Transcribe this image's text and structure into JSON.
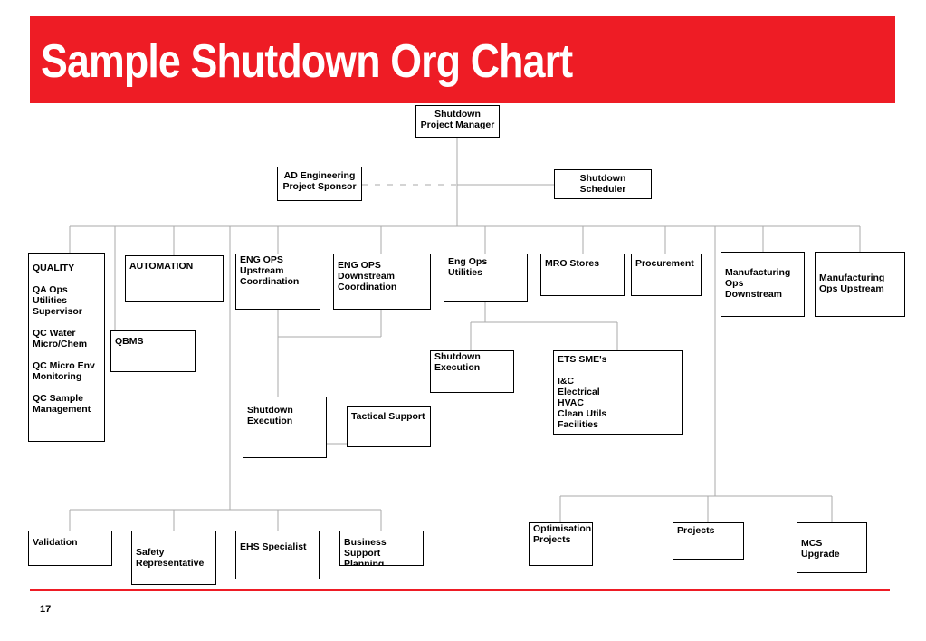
{
  "title": "Sample Shutdown Org Chart",
  "colors": {
    "brand_red": "#ee1c25",
    "connector": "#aaaaaa",
    "border": "#000000"
  },
  "nodes": {
    "project_manager": "Shutdown\nProject Manager",
    "ad_engineering": "AD Engineering\nProject Sponsor",
    "shutdown_scheduler": "Shutdown\nScheduler",
    "quality": "QUALITY\n\nQA Ops\nUtilities\nSupervisor\n\nQC Water\nMicro/Chem\n\nQC Micro Env\nMonitoring\n\nQC Sample\nManagement",
    "automation": "AUTOMATION",
    "qbms": "QBMS",
    "eng_ops_upstream": "ENG OPS\nUpstream\nCoordination",
    "eng_ops_downstream": "ENG OPS\nDownstream\nCoordination",
    "eng_ops_utilities": "Eng Ops Utilities",
    "mro_stores": "MRO Stores",
    "procurement": "Procurement",
    "mfg_downstream": "Manufacturing\nOps Downstream",
    "mfg_upstream": "Manufacturing\nOps Upstream",
    "utilities_shutdown_execution": "Shutdown\nExecution",
    "ets_sme": "ETS SME's\n\nI&C\nElectrical\nHVAC\nClean Utils\nFacilities",
    "shutdown_execution": "Shutdown\nExecution",
    "tactical_support": "Tactical Support",
    "validation": "Validation",
    "safety_representative": "Safety\nRepresentative",
    "ehs_specialist": "EHS Specialist",
    "business_support_planning": "Business\nSupport Planning",
    "optimisation_projects": "Optimisation\nProjects",
    "projects": "Projects",
    "mcs_upgrade": "MCS Upgrade"
  },
  "page_number": "17"
}
